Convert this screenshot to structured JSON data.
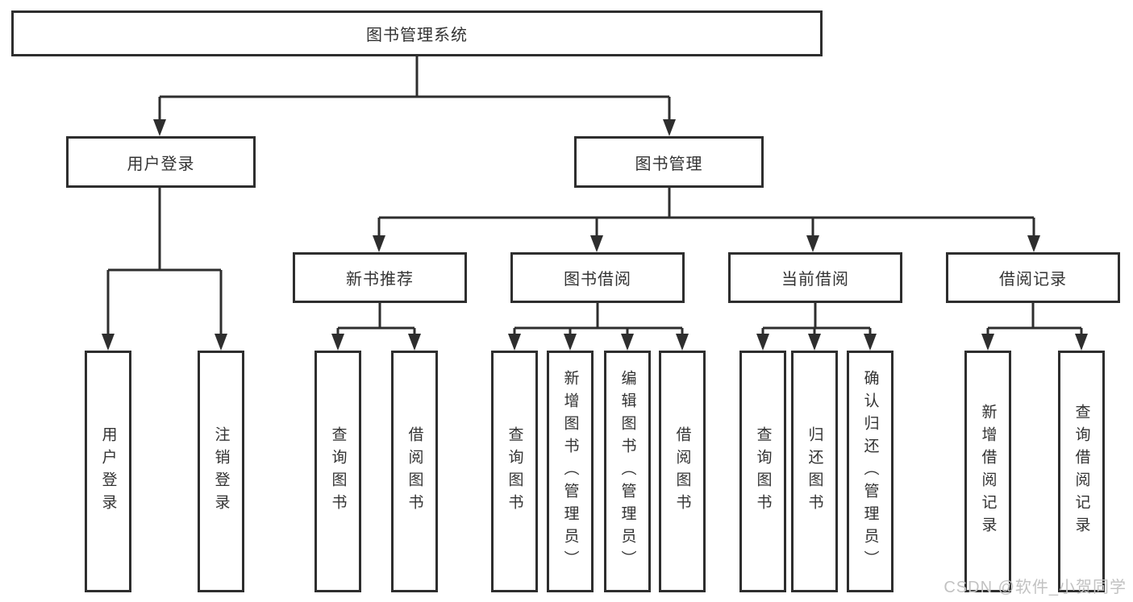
{
  "diagram_title": "图书管理系统",
  "tree": {
    "label": "图书管理系统",
    "children": [
      {
        "label": "用户登录",
        "children": [
          {
            "label": "用户登录"
          },
          {
            "label": "注销登录"
          }
        ]
      },
      {
        "label": "图书管理",
        "children": [
          {
            "label": "新书推荐",
            "children": [
              {
                "label": "查询图书"
              },
              {
                "label": "借阅图书"
              }
            ]
          },
          {
            "label": "图书借阅",
            "children": [
              {
                "label": "查询图书"
              },
              {
                "label": "新增图书（管理员）"
              },
              {
                "label": "编辑图书（管理员）"
              },
              {
                "label": "借阅图书"
              }
            ]
          },
          {
            "label": "当前借阅",
            "children": [
              {
                "label": "查询图书"
              },
              {
                "label": "归还图书"
              },
              {
                "label": "确认归还（管理员）"
              }
            ]
          },
          {
            "label": "借阅记录",
            "children": [
              {
                "label": "新增借阅记录"
              },
              {
                "label": "查询借阅记录"
              }
            ]
          }
        ]
      }
    ]
  },
  "watermark": {
    "text": "CSDN @软件_小贺同学"
  },
  "colors": {
    "line": "#2e2e2e",
    "text": "#333333",
    "background": "#ffffff",
    "watermark": "#c2c2c2"
  }
}
